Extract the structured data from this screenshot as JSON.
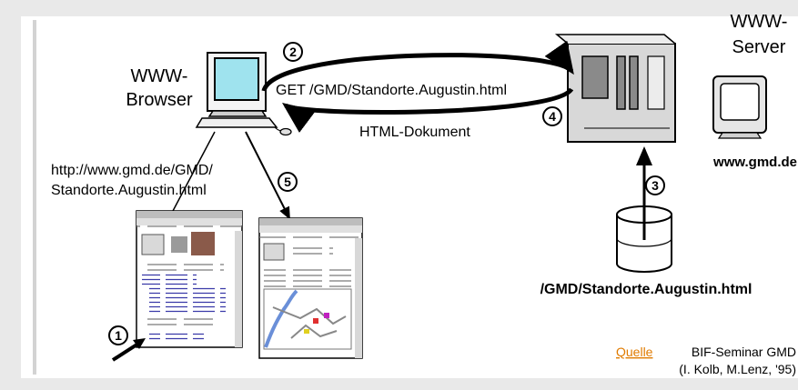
{
  "labels": {
    "browser_line1": "WWW-",
    "browser_line2": "Browser",
    "server_line1": "WWW-",
    "server_line2": "Server",
    "request": "GET /GMD/Standorte.Augustin.html",
    "response": "HTML-Dokument",
    "host": "www.gmd.de",
    "url_line1": "http://www.gmd.de/GMD/",
    "url_line2": "Standorte.Augustin.html",
    "file_path": "/GMD/Standorte.Augustin.html"
  },
  "steps": [
    "1",
    "2",
    "3",
    "4",
    "5"
  ],
  "source": {
    "link": "Quelle",
    "line1": "BIF-Seminar GMD",
    "line2": "(I. Kolb, M.Lenz, '95)"
  },
  "colors": {
    "background": "#e9e9e9",
    "panel": "#ffffff",
    "link": "#e07b00",
    "screen": "#9fe3ee",
    "server": "#d8d8d8"
  }
}
